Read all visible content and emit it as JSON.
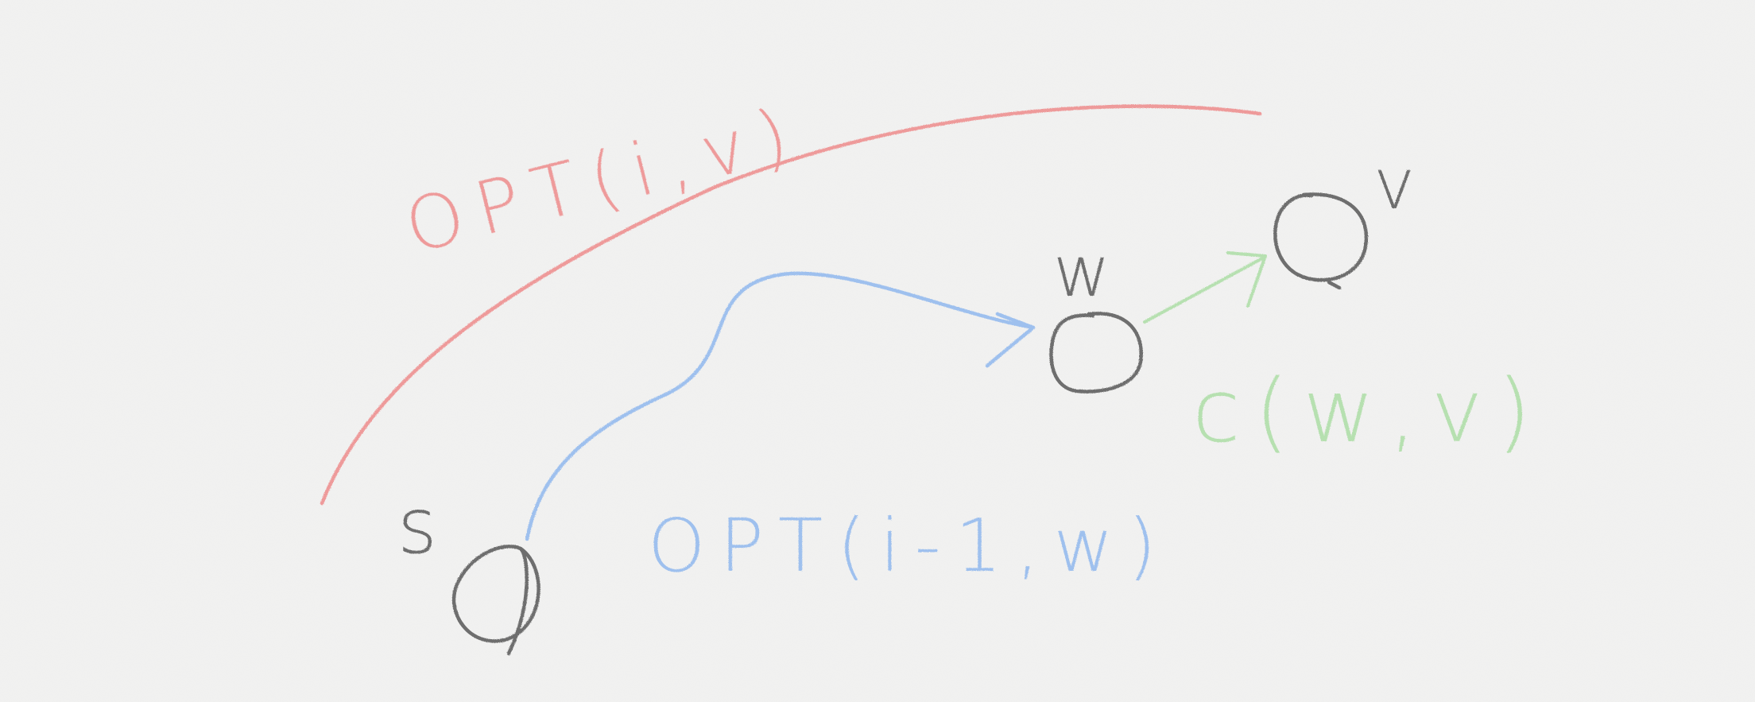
{
  "diagram": {
    "nodes": [
      {
        "id": "s",
        "label": "s"
      },
      {
        "id": "w",
        "label": "w"
      },
      {
        "id": "v",
        "label": "v"
      }
    ],
    "labels": {
      "opt_i_v": "OPT(i,v)",
      "opt_i_minus_1_w": "OPT(i-1,w)",
      "cost_w_v": "c(w,v)"
    },
    "colors": {
      "background": "#f2f2f1",
      "node": "#6e6e6e",
      "opt_i_v": "#ee9a9a",
      "opt_i_minus_1_w": "#9ec0ee",
      "cost_w_v": "#b6e0b0"
    }
  }
}
